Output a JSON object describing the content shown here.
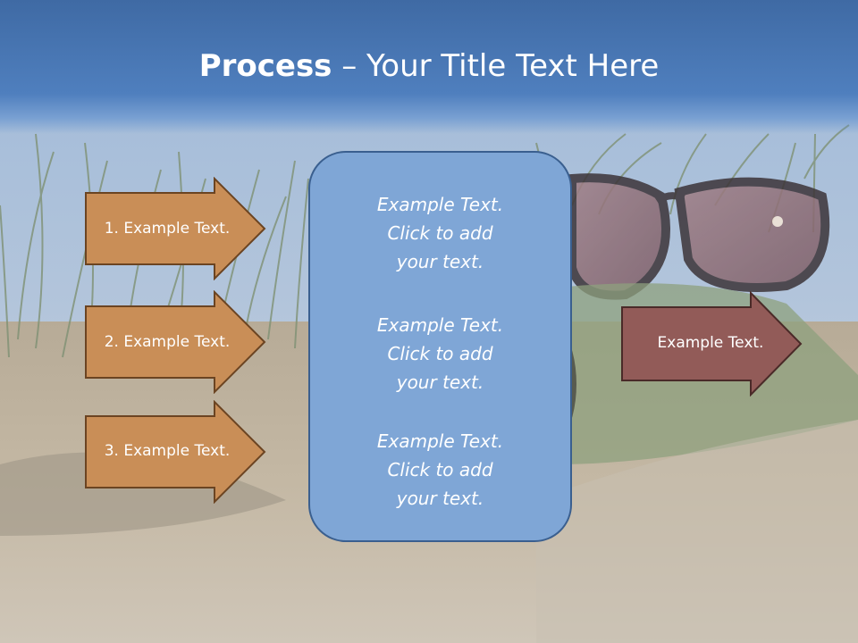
{
  "slide": {
    "title_bold": "Process",
    "title_rest": " – Your Title Text Here"
  },
  "left_steps": [
    {
      "label": "1. Example Text."
    },
    {
      "label": "2. Example Text."
    },
    {
      "label": "3. Example Text."
    }
  ],
  "center_box": {
    "paragraphs": [
      {
        "line1": "Example Text.",
        "line2": "Click  to add",
        "line3": "your text."
      },
      {
        "line1": "Example Text.",
        "line2": "Click  to add",
        "line3": "your text."
      },
      {
        "line1": "Example Text.",
        "line2": "Click  to add",
        "line3": "your text."
      }
    ]
  },
  "right_arrow": {
    "label": "Example Text."
  },
  "colors": {
    "title_bar": "#4f7fbe",
    "left_arrow_fill": "#c98e57",
    "left_arrow_stroke": "#6b4422",
    "center_box_fill": "#7fa6d6",
    "center_box_stroke": "#3a5f8f",
    "right_arrow_fill": "#925b58",
    "right_arrow_stroke": "#4a2a28"
  },
  "background": {
    "image": "beach-sand-sunglasses-photo"
  }
}
